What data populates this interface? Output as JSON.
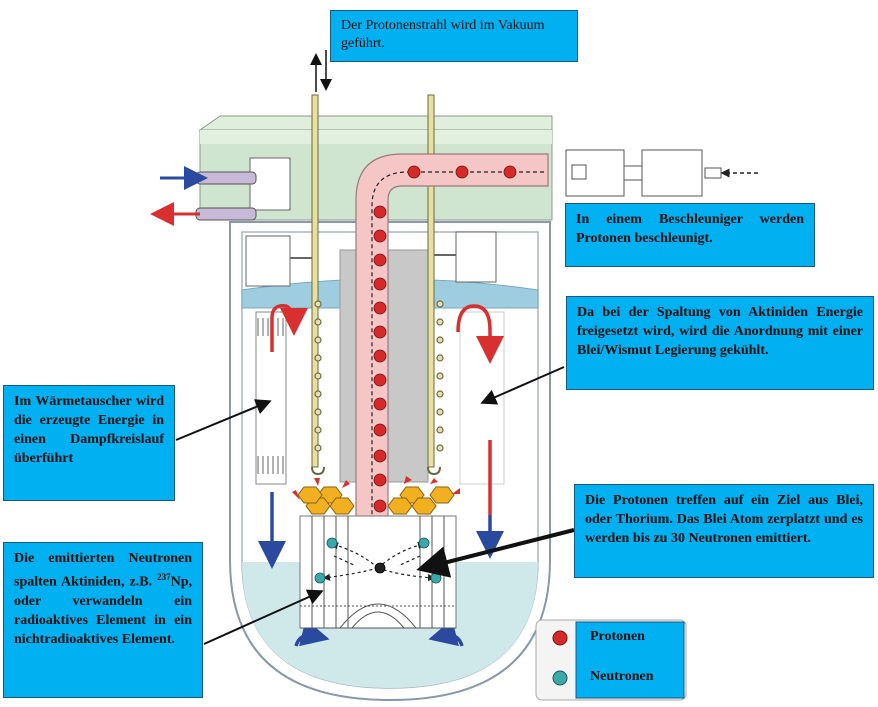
{
  "callouts": {
    "vacuum": "Der Protonenstrahl wird im Vakuum geführt.",
    "accelerator": "In einem Beschleuniger werden Protonen beschleunigt.",
    "cooling": "Da bei der Spaltung von Aktiniden Energie freigesetzt wird, wird die Anordnung mit einer Blei/Wismut Legierung gekühlt.",
    "heat_exchanger": "Im Wärmetauscher wird die erzeugte Energie in einen Dampfkreislauf überführt",
    "target": "Die Protonen treffen auf ein Ziel aus Blei, oder Thorium. Das Blei Atom zerplatzt und es werden bis zu 30 Neutronen emittiert.",
    "neutrons_pre": "Die emittierten Neutronen spalten Aktiniden, z.B. ",
    "neutrons_sup": "237",
    "neutrons_post": "Np, oder verwandeln ein radioaktives Element in ein nichtradioaktives Element."
  },
  "legend": {
    "protons": "Protonen",
    "neutrons": "Neutronen"
  },
  "colors": {
    "callout_bg": "#00b0f0",
    "proton": "#d42a2a",
    "neutron": "#3aa9a9",
    "beam_tube": "#f4c6c6",
    "vessel_top": "#cfe5cf",
    "coolant": "#cfe8ea",
    "arrow_hot": "#d83030",
    "arrow_cold": "#2a4aa0"
  }
}
